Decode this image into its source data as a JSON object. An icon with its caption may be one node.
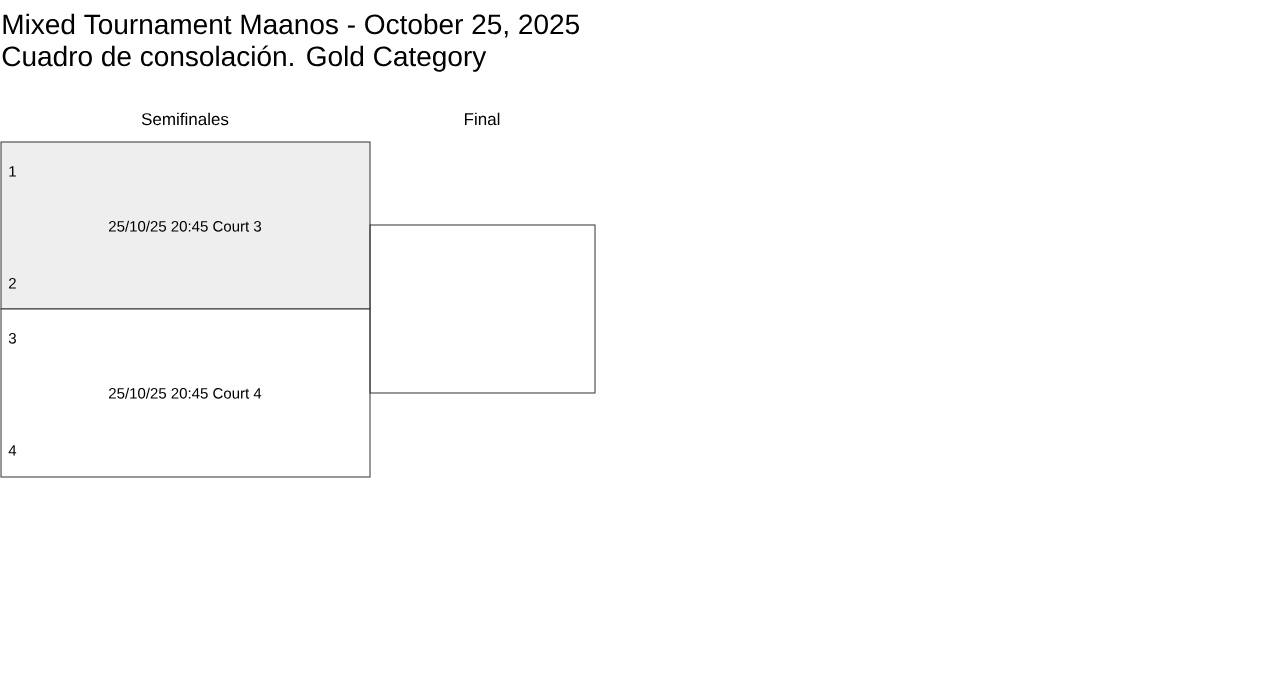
{
  "diagram": {
    "title": "Mixed Tournament Maanos - October 25, 2025",
    "nodes": [
      {
        "text": [
          "1",
          "25/10/25 20:45 Court 3",
          "2"
        ]
      },
      {
        "text": [
          "3",
          "25/10/25 20:45 Court 4",
          "4"
        ]
      },
      {
        "text": [],
        "shape": "box"
      }
    ],
    "labels": [
      "Cuadro de consolación. Gold Category",
      "Semifinales",
      "Final"
    ]
  }
}
